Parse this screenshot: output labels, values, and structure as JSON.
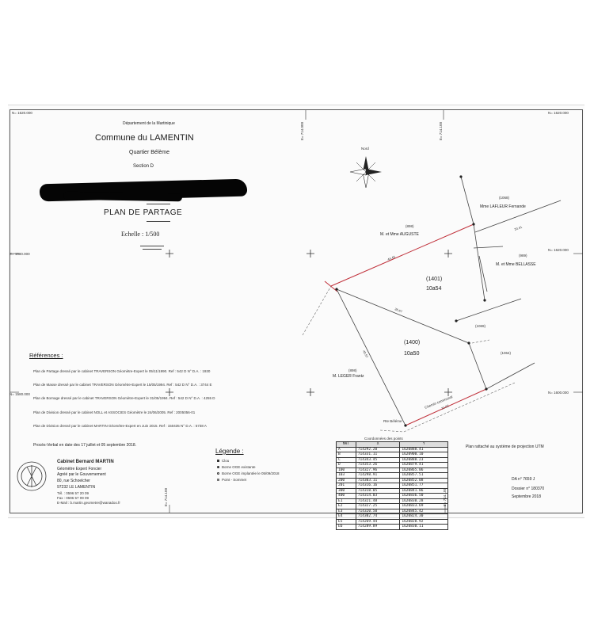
{
  "header": {
    "department": "Département de la Martinique",
    "commune": "Commune du LAMENTIN",
    "quartier": "Quartier Bélème",
    "section": "Section D",
    "title": "PLAN DE PARTAGE",
    "scale": "Echelle : 1/500"
  },
  "grid_labels": {
    "top_left": "N= 1620.000",
    "top_right": "N= 1620.000",
    "left_mid": "E= 1580.000",
    "right_mid": "N= 1620.000",
    "left_low": "N= 1580.000",
    "right_low": "N= 1600.000",
    "vert_top_1": "E= 714.000",
    "vert_top_2": "E= 714.100",
    "vert_bot_1": "E= 714.100",
    "vert_bot_2": "E= 714.100"
  },
  "references": {
    "title": "Références :",
    "items": [
      "Plan de Partage dressé par le cabinet TRAVERSON Géomètre-Expert le 05/11/1990. Ref : 542 D N° D.A. : 1930",
      "Plan de Masse dressé par le cabinet TRAVERSON Géomètre-Expert le 15/05/1994. Ref : 542 D N° D.A. : 3744 E",
      "Plan de Bornage dressé par le cabinet TRAVERSON Géomètre-Expert le 31/05/1994. Ref : 542 D N° D.A. : 4255 D",
      "Plan de Division dressé par le cabinet NOLL et ASSOCIES Géomètre le 24/06/2005. Ref : 2005056-01",
      "Plan de Division dressé par le cabinet MARTIN Géomètre-Expert en Juin 2015. Ref : 150435 N° D.A. : 5738 A"
    ],
    "note": "Procès-Verbal en date des 17 juillet et 05 septembre 2018."
  },
  "cabinet": {
    "name": "Cabinet Bernard MARTIN",
    "line1": "Géomètre Expert Foncier",
    "line2": "Agréé par le Gouvernement",
    "address": "80, rue Schoelcher",
    "city": "97232 LE LAMENTIN",
    "tel": "Tél. : 0596 57 20 09",
    "fax": "Fax : 0596 57 09 09",
    "email": "E-Mail : b.martin.geometre@wanadoo.fr"
  },
  "legend": {
    "title": "Légende :",
    "items": [
      "Clou",
      "Borne OGE existante",
      "Borne OGE implantée le 05/09/2018",
      "Point - Sommet"
    ]
  },
  "parcels": {
    "p1401_ref": "(1401)",
    "p1401_area": "10a54",
    "p1400_ref": "(1400)",
    "p1400_area": "10a50",
    "auguste_ref": "(898)",
    "auguste_name": "M. et Mme AUGUSTE",
    "lafleur_ref": "(1068)",
    "lafleur_name": "Mme LAFLEUR Fernande",
    "bellasse_ref": "(989)",
    "bellasse_name": "M. et Mme BELLASSE",
    "leger_ref": "(898)",
    "leger_name": "M. LEGER Frantz",
    "p1069": "(1069)",
    "p1064": "(1064)",
    "road": "Chemin communal",
    "road2": "Rte Béléme"
  },
  "coord_table": {
    "caption": "Coordonnées des points",
    "headers": [
      "MAT",
      "X",
      "Y"
    ],
    "rows": [
      [
        "A",
        "714292.20",
        "1620888.41"
      ],
      [
        "B",
        "714331.11",
        "1620900.10"
      ],
      [
        "C",
        "714343.45",
        "1620888.23"
      ],
      [
        "D",
        "714353.26",
        "1620879.41"
      ],
      [
        "100",
        "714327.96",
        "1620865.06"
      ],
      [
        "103",
        "714298.91",
        "1620857.51"
      ],
      [
        "200",
        "714303.11",
        "1620852.08"
      ],
      [
        "201",
        "714316.16",
        "1620851.77"
      ],
      [
        "300",
        "714318.05",
        "1620841.86"
      ],
      [
        "400",
        "714314.03",
        "1620836.50"
      ],
      [
        "E1",
        "714321.48",
        "1620830.28"
      ],
      [
        "E2",
        "714327.25",
        "1620833.69"
      ],
      [
        "E3",
        "714320.50",
        "1620845.42"
      ],
      [
        "E4",
        "714302.74",
        "1620824.30"
      ],
      [
        "E5",
        "714269.44",
        "1620828.92"
      ],
      [
        "E6",
        "714289.89",
        "1620830.11"
      ]
    ]
  },
  "projection_note": "Plan rattaché au système de projection UTM",
  "doc_meta": {
    "da": "DA n° 7659 J",
    "dossier": "Dossier n° 180370",
    "date": "Septembre 2018"
  },
  "north_label": "Nord"
}
